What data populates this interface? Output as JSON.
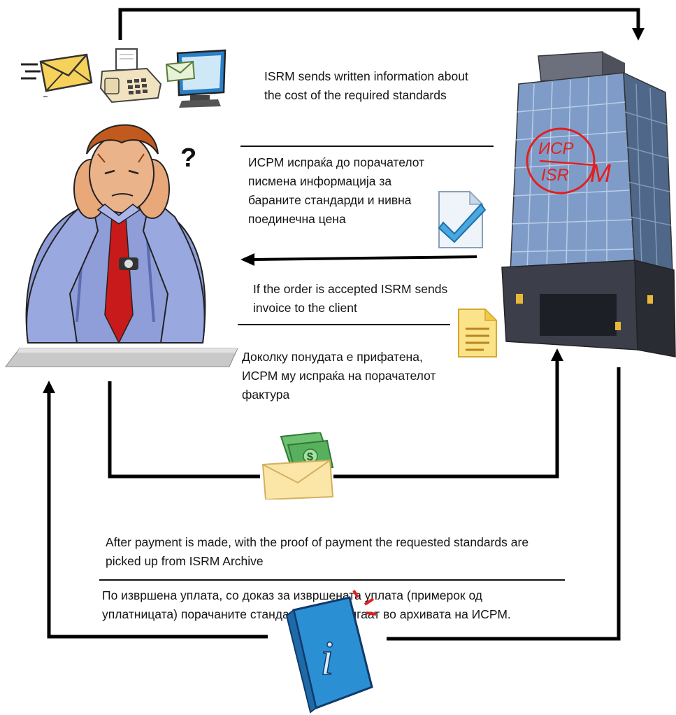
{
  "top_caption": "",
  "step1": {
    "en": "ISRM sends written information about the cost of the required standards",
    "mk": "ИСРМ испраќа до порачателот писмена информација за бараните стандарди и нивна поединечна цена"
  },
  "step2": {
    "en": "If  the order is accepted ISRM sends invoice to the client",
    "mk": "Доколку понудата е прифатена, ИСРМ му испраќа на порачателот фактура"
  },
  "step3": {
    "en": "After payment  is made, with the proof of payment the requested standards are picked up from ISRM Archive",
    "mk": "По извршена уплата, со доказ за извршената уплата (примерок од уплатницата) порачаните стандарди се подигаат во архивата на ИСРМ."
  },
  "client": {
    "question_mark": "?"
  },
  "building": {
    "logo_top": "ИСР",
    "logo_bottom": "ISR",
    "logo_m": "M"
  },
  "icons": {
    "mail": "envelope-icon",
    "fax": "fax-icon",
    "computer": "computer-email-icon",
    "document_check": "document-checkmark-icon",
    "invoice": "invoice-document-icon",
    "payment": "money-envelope-icon",
    "book": "info-book-icon"
  },
  "colors": {
    "line": "#000000",
    "logo_red": "#e02020",
    "building_glass": "#6f8fb8"
  }
}
